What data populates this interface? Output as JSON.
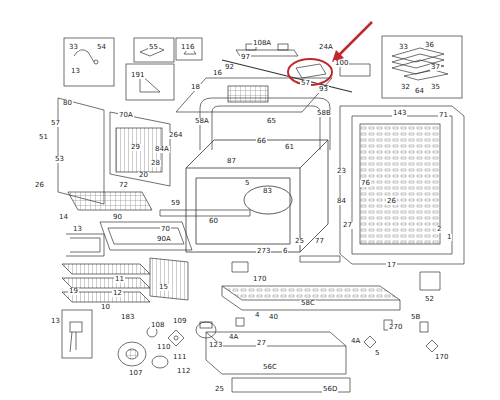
{
  "diagram": {
    "labels": [
      "33",
      "54",
      "13",
      "55",
      "116",
      "191",
      "108A",
      "97",
      "92",
      "24A",
      "100",
      "33",
      "36",
      "37",
      "32",
      "35",
      "16",
      "18",
      "93",
      "64",
      "57",
      "58A",
      "58B",
      "143",
      "71",
      "80",
      "70A",
      "57",
      "264",
      "65",
      "84A",
      "51",
      "29",
      "66",
      "61",
      "53",
      "28",
      "87",
      "20",
      "72",
      "26",
      "5",
      "83",
      "23",
      "76",
      "84",
      "26",
      "14",
      "90",
      "59",
      "60",
      "70",
      "90A",
      "27",
      "2",
      "1",
      "13",
      "77",
      "25",
      "6",
      "273",
      "17",
      "11",
      "170",
      "19",
      "15",
      "12",
      "10",
      "52",
      "58C",
      "4",
      "40",
      "5B",
      "270",
      "13",
      "183",
      "109",
      "108",
      "4A",
      "4A",
      "27",
      "110",
      "123",
      "5",
      "170",
      "111",
      "112",
      "107",
      "56C",
      "25",
      "56D"
    ]
  }
}
